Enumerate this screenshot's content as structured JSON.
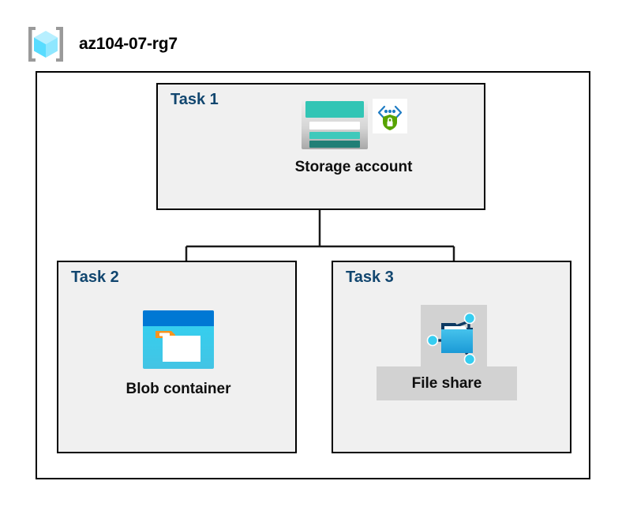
{
  "resource_group": {
    "name": "az104-07-rg7",
    "icon": "resource-group-cube-icon"
  },
  "diagram": {
    "type": "hierarchy",
    "root": "Storage account",
    "children": [
      "Blob container",
      "File share"
    ]
  },
  "tasks": [
    {
      "id": "task1",
      "label": "Task 1",
      "node": {
        "caption": "Storage account",
        "icon": "storage-account-icon",
        "badge_icon": "private-endpoint-shield-icon"
      }
    },
    {
      "id": "task2",
      "label": "Task 2",
      "node": {
        "caption": "Blob container",
        "icon": "blob-container-icon"
      }
    },
    {
      "id": "task3",
      "label": "Task 3",
      "node": {
        "caption": "File share",
        "icon": "file-share-icon"
      }
    }
  ],
  "colors": {
    "task_label": "#11466f",
    "panel_fill": "#f0f0f0",
    "border": "#000000",
    "plate_fill": "#d2d2d2",
    "storage_teal": "#32c5b5",
    "storage_teal_dark": "#217f76",
    "blob_blue": "#0078d4",
    "blob_cyan": "#32d3f0",
    "blob_orange": "#f7941e",
    "fileshare_blue": "#32b0e7",
    "fileshare_navy": "#0d3a63",
    "shield_green": "#57a300",
    "cube_cyan": "#7fe3ff"
  }
}
